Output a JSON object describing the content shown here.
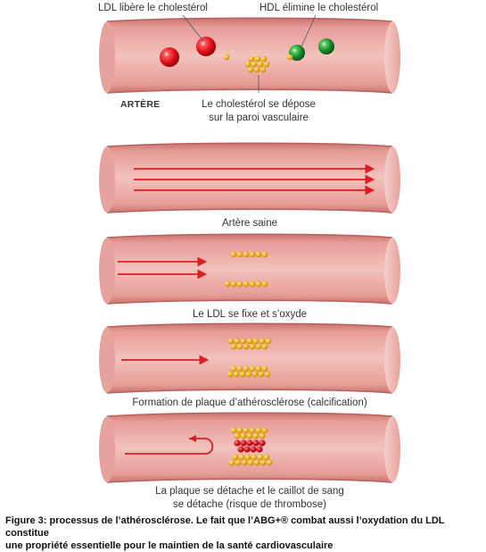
{
  "figure": {
    "top_labels": {
      "ldl": "LDL libère le cholestérol",
      "hdl": "HDL élimine le cholestérol",
      "artery": "ARTÈRE",
      "deposit_line1": "Le cholestérol se dépose",
      "deposit_line2": "sur la paroi vasculaire"
    },
    "stages": [
      {
        "label": "Artère saine"
      },
      {
        "label": "Le LDL se fixe et s’oxyde"
      },
      {
        "label": "Formation de plaque d’athérosclérose (calcification)"
      },
      {
        "label_line1": "La plaque se détache et le caillot de sang",
        "label_line2": "se détache (risque de thrombose)"
      }
    ],
    "caption_line1": "Figure 3: processus de l’athérosclérose. Le fait que l’ABG+® combat aussi l’oxydation du LDL constitue",
    "caption_line2": "une propriété essentielle pour le maintien de la santé cardiovasculaire"
  },
  "colors": {
    "artery_wall": "#dd8a86",
    "lumen": "#f0b6b0",
    "edge": "#c66f6b",
    "flow_arrow": "#d81f26",
    "ldl_particle": "#e1101a",
    "hdl_particle": "#1a8a2a",
    "cholesterol": "#f2b21a"
  }
}
